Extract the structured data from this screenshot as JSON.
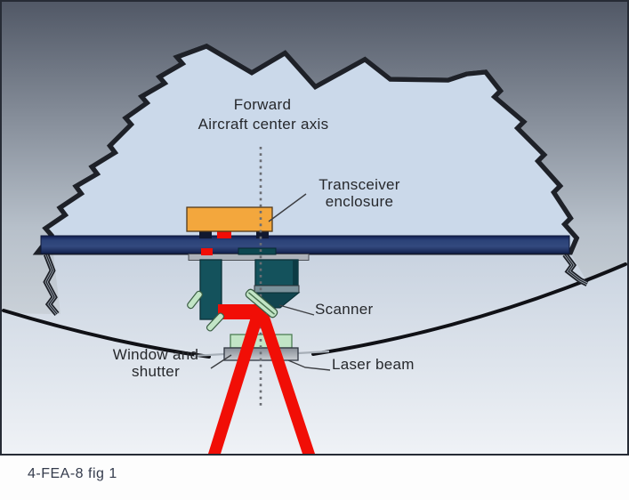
{
  "figure": {
    "labels": {
      "forward": "Forward",
      "center_axis": "Aircraft center axis",
      "transceiver_line1": "Transceiver",
      "transceiver_line2": "enclosure",
      "scanner": "Scanner",
      "window_line1": "Window and",
      "window_line2": "shutter",
      "laser_beam": "Laser beam"
    },
    "caption": "4-FEA-8 fig 1",
    "colors": {
      "laser_red": "#f10e06",
      "enclosure_orange": "#f3a73d",
      "floor_navy": "#2e4679",
      "scanner_teal": "#14525c",
      "mirror_green": "#c2e5c6",
      "cutaway_blue": "#cbd9ea",
      "fuselage_gray": "#99a3ae"
    }
  }
}
